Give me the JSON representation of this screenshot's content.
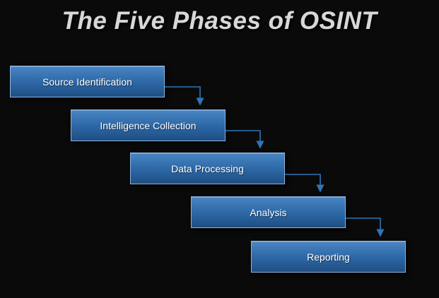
{
  "title": "The Five Phases of OSINT",
  "phases": [
    {
      "label": "Source Identification"
    },
    {
      "label": "Intelligence Collection"
    },
    {
      "label": "Data Processing"
    },
    {
      "label": "Analysis"
    },
    {
      "label": "Reporting"
    }
  ],
  "connector_icon": "elbow-arrow-down",
  "colors": {
    "background": "#0a0a0a",
    "title_text": "#d8d8d8",
    "box_fill_top": "#4a86c4",
    "box_fill_bottom": "#1f4e82",
    "box_border": "#8db4dc",
    "box_text": "#ffffff",
    "arrow": "#2e75b6"
  }
}
